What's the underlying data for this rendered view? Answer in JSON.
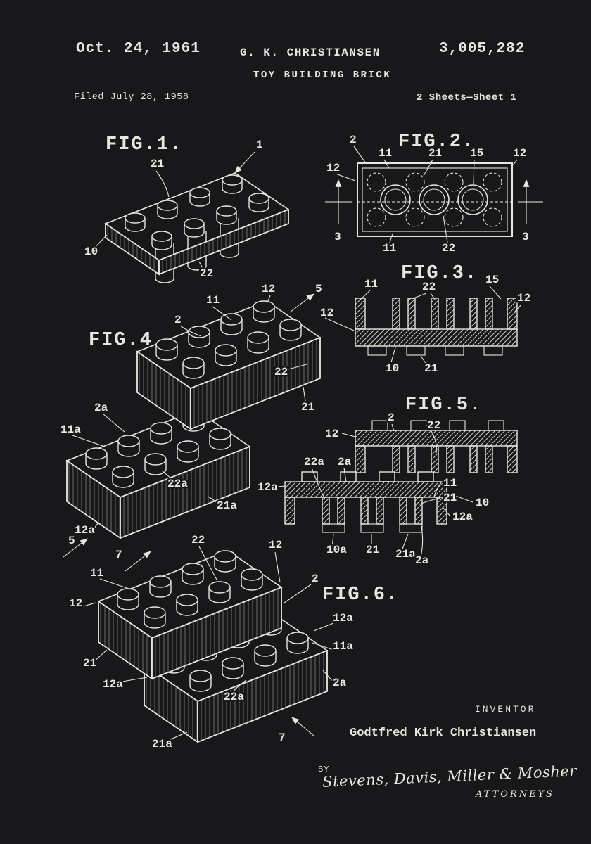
{
  "page": {
    "background": "#18181a",
    "ink": "#e9e6df",
    "kind": "patent-drawing-poster"
  },
  "header": {
    "date": "Oct. 24, 1961",
    "inventor": "G. K. CHRISTIANSEN",
    "title": "TOY BUILDING BRICK",
    "patent_number": "3,005,282",
    "filed": "Filed July 28, 1958",
    "sheet": "2 Sheets—Sheet 1"
  },
  "figures": {
    "fig1": {
      "label": "FIG.1.",
      "refs": [
        "1",
        "21",
        "10",
        "22"
      ]
    },
    "fig2": {
      "label": "FIG.2.",
      "refs": [
        "2",
        "11",
        "21",
        "15",
        "12",
        "12",
        "3",
        "3",
        "11",
        "22"
      ]
    },
    "fig3": {
      "label": "FIG.3.",
      "refs": [
        "11",
        "22",
        "15",
        "12",
        "12",
        "10",
        "21"
      ]
    },
    "fig4": {
      "label": "FIG.4.",
      "refs": [
        "12",
        "5",
        "11",
        "2",
        "22",
        "21",
        "2a",
        "11a",
        "22a",
        "12a",
        "21a",
        "5"
      ]
    },
    "fig5": {
      "label": "FIG.5.",
      "refs": [
        "12",
        "2",
        "22",
        "22a",
        "2a",
        "12a",
        "11",
        "21",
        "10",
        "12a",
        "10a",
        "21",
        "21a",
        "2a"
      ]
    },
    "fig6": {
      "label": "FIG.6.",
      "refs": [
        "22",
        "7",
        "12",
        "11",
        "12",
        "2",
        "12a",
        "11a",
        "21",
        "2a",
        "12a",
        "22a",
        "21a",
        "7"
      ]
    }
  },
  "footer": {
    "inventor_caption": "INVENTOR",
    "inventor_name": "Godtfred Kirk Christiansen",
    "by": "BY",
    "signature": "Stevens, Davis, Miller & Mosher",
    "attorneys": "ATTORNEYS"
  }
}
